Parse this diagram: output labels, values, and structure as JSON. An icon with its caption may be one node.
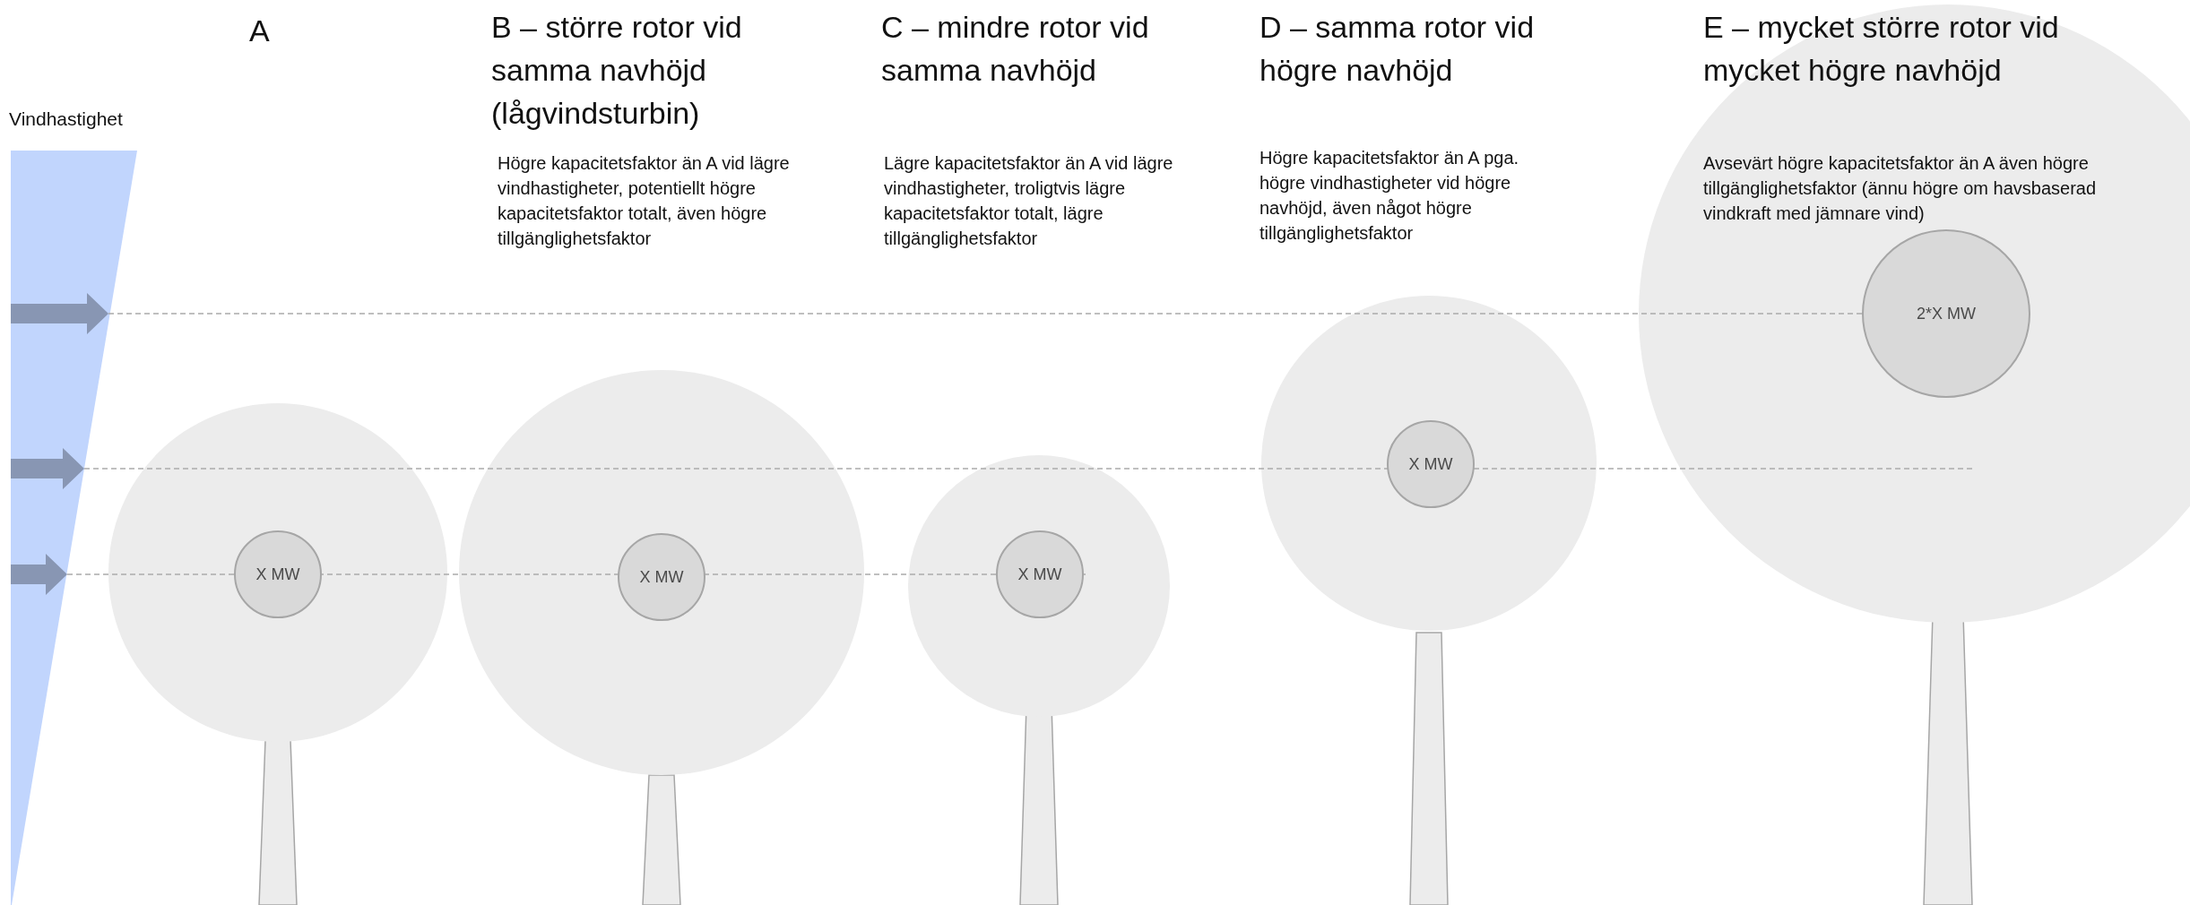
{
  "diagram": {
    "nodes": [
      {
        "text": [
          "X MW"
        ]
      },
      {
        "text": [
          "X MW"
        ]
      },
      {
        "text": [
          "X MW"
        ]
      },
      {
        "text": [
          "X MW"
        ]
      },
      {
        "text": [
          "2*X MW"
        ]
      }
    ],
    "labels": [
      "Vindhastighet",
      "A",
      "B – större rotor vid samma navhöjd (lågvindsturbin)",
      "Högre kapacitetsfaktor än A vid lägre vindhastigheter, potentiellt högre kapacitetsfaktor totalt, även högre tillgänglighetsfaktor",
      "C – mindre rotor vid samma navhöjd",
      "Lägre kapacitetsfaktor än A vid lägre vindhastigheter, troligtvis lägre kapacitetsfaktor totalt, lägre tillgänglighetsfaktor",
      "D – samma rotor vid högre navhöjd",
      "Högre kapacitetsfaktor än A pga. högre vindhastigheter vid högre navhöjd, även något högre tillgänglighetsfaktor",
      "E – mycket större rotor vid mycket högre navhöjd",
      "Avsevärt högre kapacitetsfaktor än A även högre tillgänglighetsfaktor (ännu högre om havsbaserad vindkraft med jämnare vind)"
    ]
  }
}
